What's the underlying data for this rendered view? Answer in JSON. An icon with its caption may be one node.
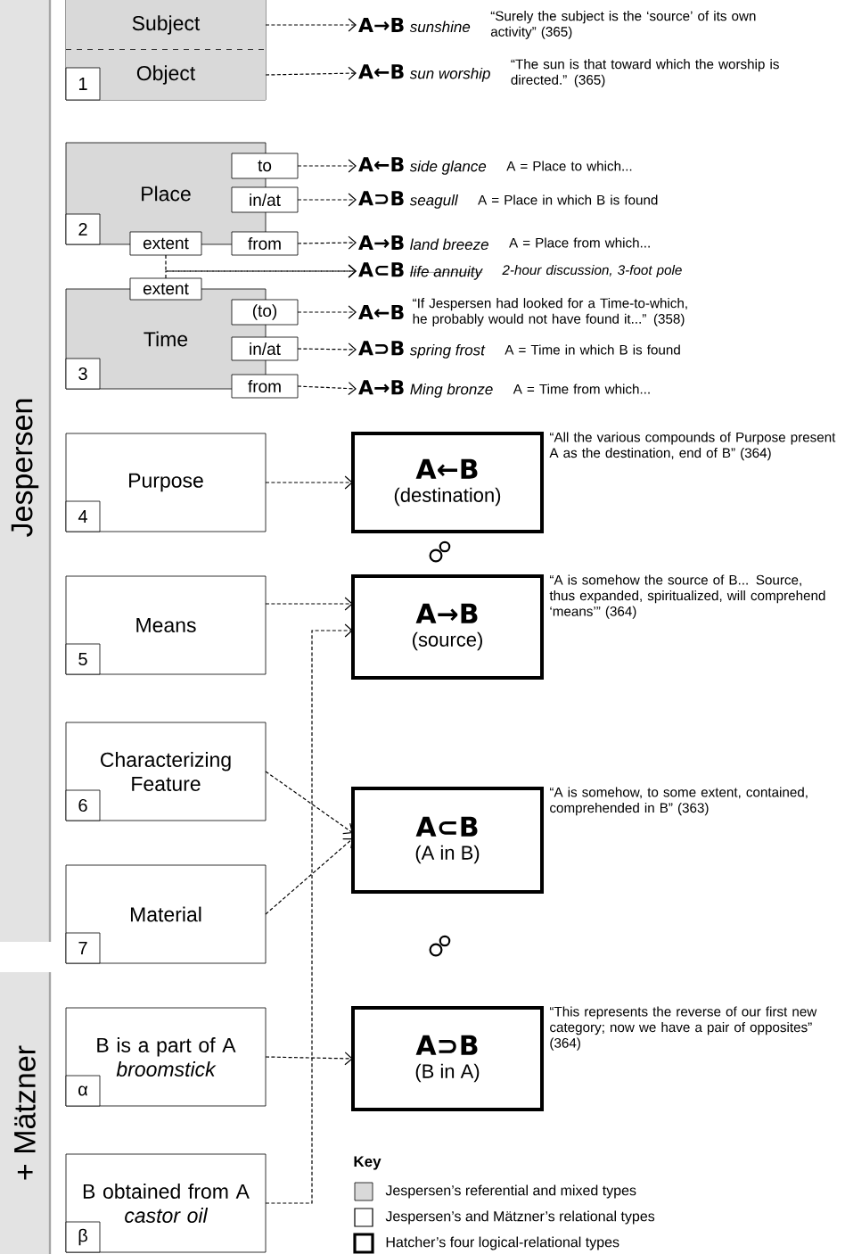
{
  "diagram": {
    "nodes": [
      {
        "text": [
          "Subject"
        ]
      },
      {
        "text": [
          "Object"
        ]
      },
      {
        "text": [
          "1"
        ],
        "in": 1
      },
      {
        "text": [
          "A→B",
          "sunshine"
        ],
        "beside": [
          "“Surely the subject is the ‘source’ of its own activity” (365)"
        ]
      },
      {
        "text": [
          "A←B",
          "sun worship"
        ],
        "beside": [
          "“The sun is that toward which the worship is directed.” (365)"
        ]
      },
      {
        "text": [
          "Place"
        ]
      },
      {
        "text": [
          "2"
        ],
        "in": 5
      },
      {
        "text": [
          "to"
        ]
      },
      {
        "text": [
          "in/at"
        ]
      },
      {
        "text": [
          "extent"
        ]
      },
      {
        "text": [
          "from"
        ]
      },
      {
        "text": [
          "A←B",
          "side glance"
        ],
        "beside": [
          "A = Place to which..."
        ]
      },
      {
        "text": [
          "A⊃B",
          "seagull"
        ],
        "beside": [
          "A = Place in which B is found"
        ]
      },
      {
        "text": [
          "A→B",
          "land breeze"
        ],
        "beside": [
          "A = Place from which..."
        ]
      },
      {
        "text": [
          "A⊂B",
          "life annuity"
        ],
        "beside": [
          "2-hour discussion, 3-foot pole"
        ]
      },
      {
        "text": [
          "extent"
        ]
      },
      {
        "text": [
          "Time"
        ]
      },
      {
        "text": [
          "3"
        ],
        "in": 16
      },
      {
        "text": [
          "(to)"
        ]
      },
      {
        "text": [
          "in/at"
        ]
      },
      {
        "text": [
          "from"
        ]
      },
      {
        "text": [
          "A←B"
        ],
        "beside": [
          "“If Jespersen had looked for a Time-to-which, he probably would not have found it...” (358)"
        ]
      },
      {
        "text": [
          "A⊃B",
          "spring frost"
        ],
        "beside": [
          "A = Time in which B is found"
        ]
      },
      {
        "text": [
          "A→B",
          "Ming bronze"
        ],
        "beside": [
          "A = Time from which..."
        ]
      },
      {
        "text": [
          "Purpose"
        ]
      },
      {
        "text": [
          "4"
        ],
        "in": 24
      },
      {
        "text": [
          "Means"
        ]
      },
      {
        "text": [
          "5"
        ],
        "in": 26
      },
      {
        "text": [
          "Characterizing Feature"
        ]
      },
      {
        "text": [
          "6"
        ],
        "in": 28
      },
      {
        "text": [
          "Material"
        ]
      },
      {
        "text": [
          "7"
        ],
        "in": 30
      },
      {
        "text": [
          "B is a part of A",
          "broomstick"
        ]
      },
      {
        "text": [
          "α"
        ],
        "in": 32
      },
      {
        "text": [
          "B obtained from A",
          "castor oil"
        ]
      },
      {
        "text": [
          "β"
        ],
        "in": 34
      },
      {
        "text": [
          "A←B",
          "(destination)"
        ],
        "beside": [
          "“All the various compounds of Purpose present A as the destination, end of B” (364)"
        ]
      },
      {
        "text": [
          "A→B",
          "(source)"
        ],
        "beside": [
          "“A is somehow the source of B... Source, thus expanded, spiritualized, will comprehend ‘means’” (364)"
        ]
      },
      {
        "text": [
          "A⊂B",
          "(A in B)"
        ],
        "beside": [
          "“A is somehow, to some extent, contained, comprehended in B” (363)"
        ]
      },
      {
        "text": [
          "A⊃B",
          "(B in A)"
        ],
        "beside": [
          "“This represents the reverse of our first new category; now we have a pair of opposites” (364)"
        ]
      }
    ],
    "edges": [
      {
        "from": 0,
        "to": 3,
        "arrow": "to"
      },
      {
        "from": 1,
        "to": 4,
        "arrow": "to"
      },
      {
        "from": 7,
        "to": 11,
        "arrow": "to"
      },
      {
        "from": 8,
        "to": 12,
        "arrow": "to"
      },
      {
        "from": 10,
        "to": 13,
        "arrow": "to"
      },
      {
        "from": 9,
        "to": 14,
        "arrow": "to"
      },
      {
        "from": 15,
        "to": 14,
        "arrow": "to"
      },
      {
        "from": 18,
        "to": 21,
        "arrow": "to"
      },
      {
        "from": 19,
        "to": 22,
        "arrow": "to"
      },
      {
        "from": 20,
        "to": 23,
        "arrow": "to"
      },
      {
        "from": 24,
        "to": 36,
        "arrow": "to"
      },
      {
        "from": 26,
        "to": 37,
        "arrow": "to"
      },
      {
        "from": 28,
        "to": 38,
        "arrow": "to"
      },
      {
        "from": 30,
        "to": 38,
        "arrow": "to"
      },
      {
        "from": 32,
        "to": 39,
        "arrow": "to"
      },
      {
        "from": 34,
        "to": 37,
        "arrow": "to"
      }
    ],
    "labels": [
      "Jespersen",
      "+ Mätzner",
      "Key"
    ],
    "legend": [
      {
        "text": "Jespersen’s referential and mixed types",
        "color": "#d9d9d9"
      },
      {
        "text": "Jespersen’s and Mätzner’s relational types"
      },
      {
        "text": "Hatcher’s four logical-relational types"
      }
    ]
  }
}
